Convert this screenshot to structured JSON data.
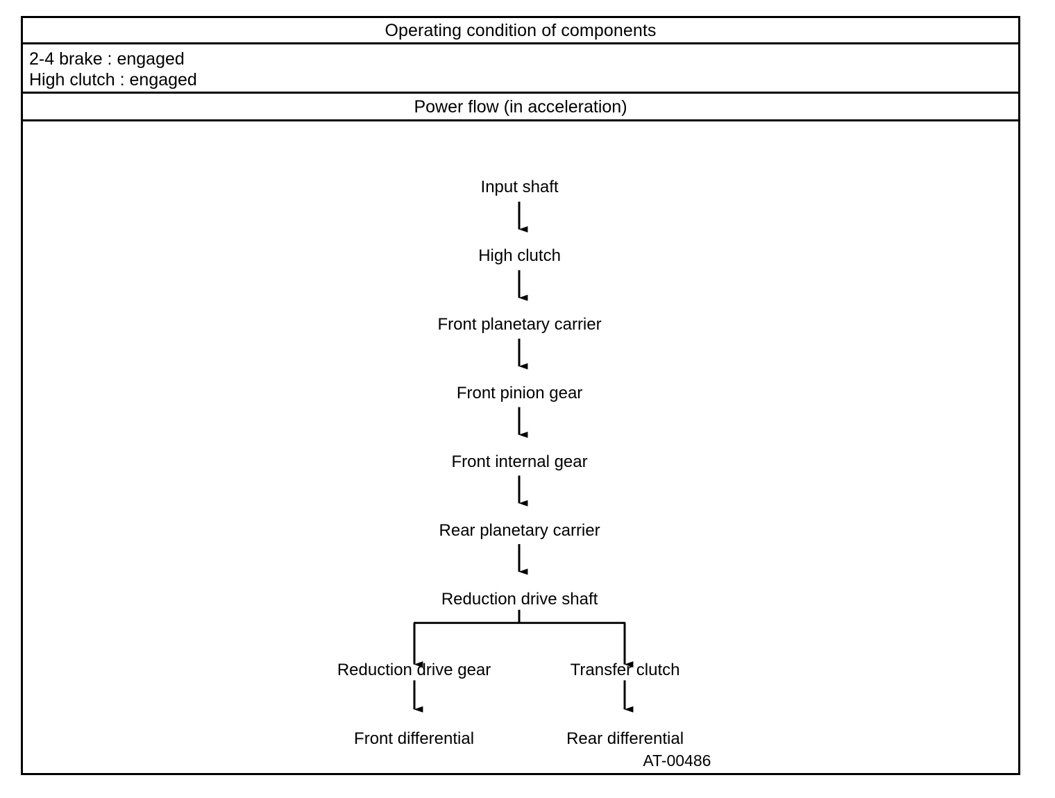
{
  "table": {
    "title": "Operating condition of components",
    "conditions": [
      "2-4 brake : engaged",
      "High clutch : engaged"
    ],
    "section_header": "Power flow (in acceleration)"
  },
  "diagram": {
    "nodes": {
      "input_shaft": "Input shaft",
      "high_clutch": "High clutch",
      "front_planetary_carrier": "Front planetary carrier",
      "front_pinion_gear": "Front pinion gear",
      "front_internal_gear": "Front internal gear",
      "rear_planetary_carrier": "Rear planetary carrier",
      "reduction_drive_shaft": "Reduction drive shaft",
      "reduction_drive_gear": "Reduction drive gear",
      "transfer_clutch": "Transfer clutch",
      "front_differential": "Front differential",
      "rear_differential": "Rear differential"
    },
    "figure_code": "AT-00486",
    "line_color": "#000000"
  },
  "chart_data": {
    "type": "diagram",
    "title": "Power flow (in acceleration)",
    "nodes": [
      "Input shaft",
      "High clutch",
      "Front planetary carrier",
      "Front pinion gear",
      "Front internal gear",
      "Rear planetary carrier",
      "Reduction drive shaft",
      "Reduction drive gear",
      "Transfer clutch",
      "Front differential",
      "Rear differential"
    ],
    "edges": [
      [
        "Input shaft",
        "High clutch"
      ],
      [
        "High clutch",
        "Front planetary carrier"
      ],
      [
        "Front planetary carrier",
        "Front pinion gear"
      ],
      [
        "Front pinion gear",
        "Front internal gear"
      ],
      [
        "Front internal gear",
        "Rear planetary carrier"
      ],
      [
        "Rear planetary carrier",
        "Reduction drive shaft"
      ],
      [
        "Reduction drive shaft",
        "Reduction drive gear"
      ],
      [
        "Reduction drive shaft",
        "Transfer clutch"
      ],
      [
        "Reduction drive gear",
        "Front differential"
      ],
      [
        "Transfer clutch",
        "Rear differential"
      ]
    ]
  }
}
